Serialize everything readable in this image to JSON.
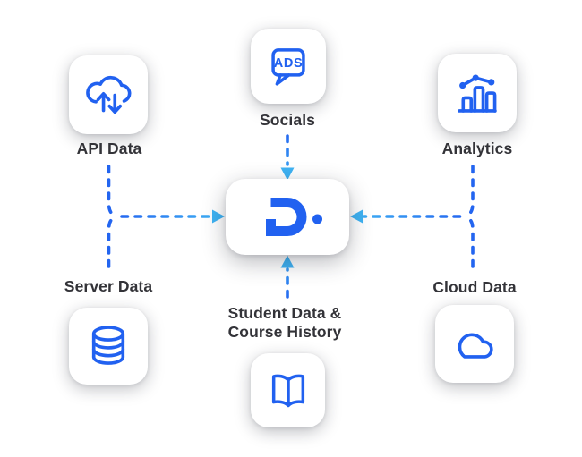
{
  "diagram": {
    "description": "Data sources feeding central hub",
    "hub": {
      "logo_icon": "d-dot-logo-mark"
    },
    "nodes": [
      {
        "id": "api-data",
        "label": "API Data",
        "icon": "cloud-data-transfer-icon"
      },
      {
        "id": "socials",
        "label": "Socials",
        "icon": "ads-chat-bubble-icon",
        "icon_text": "ADS"
      },
      {
        "id": "analytics",
        "label": "Analytics",
        "icon": "bar-line-chart-icon"
      },
      {
        "id": "server-data",
        "label": "Server Data",
        "icon": "database-icon"
      },
      {
        "id": "student-data",
        "label": "Student Data &",
        "label2": "Course History",
        "icon": "open-book-icon"
      },
      {
        "id": "cloud-data",
        "label": "Cloud Data",
        "icon": "cloud-icon"
      }
    ],
    "colors": {
      "icon_blue": "#2161F0",
      "arrow_blue": "#2365F0",
      "arrow_light_blue": "#3FB3F4",
      "label_color": "#333338",
      "card_background": "#FFFFFF"
    }
  }
}
